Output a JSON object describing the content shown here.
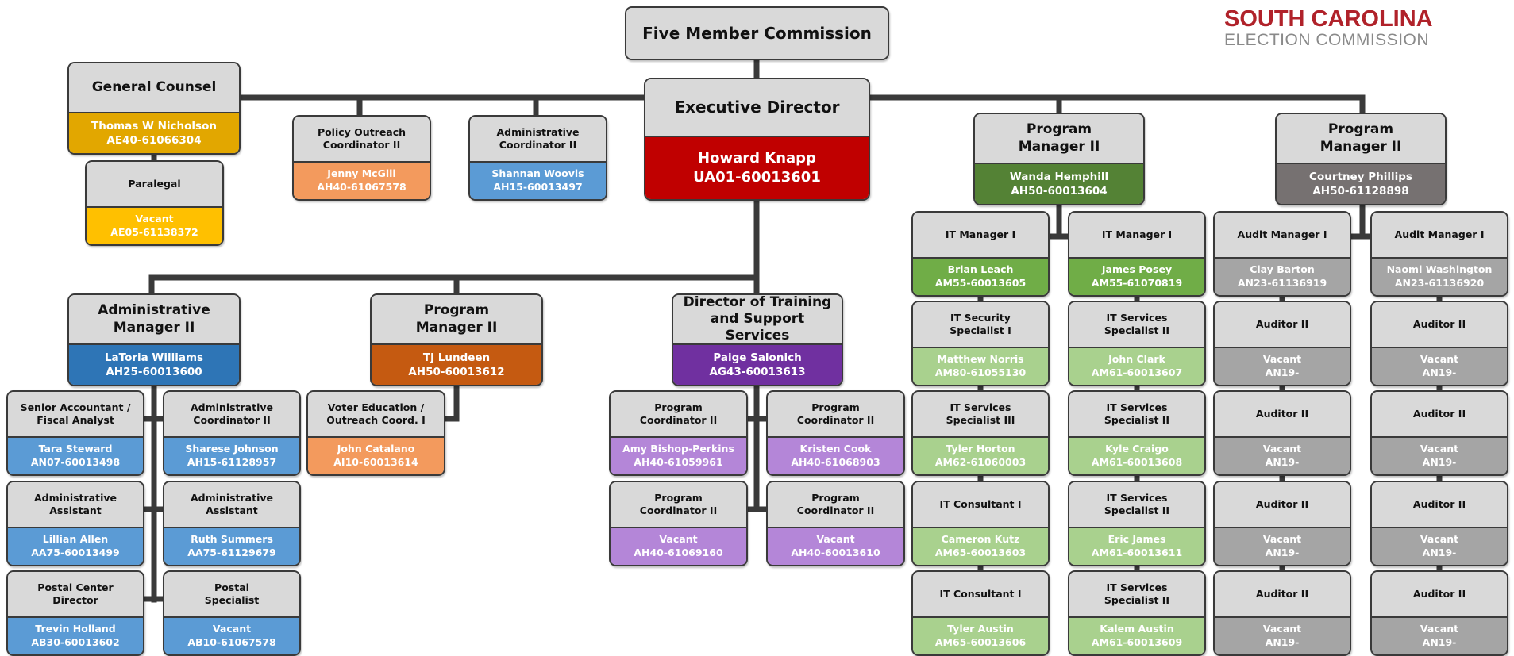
{
  "logo": {
    "line1": "SOUTH CAROLINA",
    "line2": "ELECTION COMMISSION"
  },
  "colors": {
    "connector": "#3a3a3a",
    "title_bg": "#d9d9d9",
    "counsel": "#e2a700",
    "paralegal": "#ffc000",
    "policy": "#f39a5d",
    "admin_coord": "#5b9bd5",
    "exec": "#c00000",
    "it_manager": "#70ad47",
    "program_manager_it": "#548235",
    "program_manager_audit": "#767171",
    "audit": "#a5a5a5",
    "it_staff": "#a9d18e",
    "admin_manager": "#2e75b6",
    "program_manager_voter": "#c55a11",
    "training_director": "#7030a0",
    "program_coordinator": "#b486d8",
    "admin_staff": "#5b9bd5"
  },
  "nodes": {
    "commission": {
      "title": "Five Member Commission"
    },
    "exec": {
      "title": "Executive Director",
      "name": "Howard Knapp",
      "code": "UA01-60013601"
    },
    "counsel": {
      "title": "General Counsel",
      "name": "Thomas W Nicholson",
      "code": "AE40-61066304"
    },
    "paralegal": {
      "title": "Paralegal",
      "name": "Vacant",
      "code": "AE05-61138372"
    },
    "policy": {
      "title": "Policy Outreach\nCoordinator II",
      "name": "Jenny McGill",
      "code": "AH40-61067578"
    },
    "admin_coord_top": {
      "title": "Administrative\nCoordinator II",
      "name": "Shannan Woovis",
      "code": "AH15-60013497"
    },
    "pm_it": {
      "title": "Program\nManager II",
      "name": "Wanda Hemphill",
      "code": "AH50-60013604"
    },
    "pm_audit": {
      "title": "Program\nManager II",
      "name": "Courtney Phillips",
      "code": "AH50-61128898"
    },
    "it_mgr_1": {
      "title": "IT Manager I",
      "name": "Brian Leach",
      "code": "AM55-60013605"
    },
    "it_mgr_2": {
      "title": "IT Manager I",
      "name": "James Posey",
      "code": "AM55-61070819"
    },
    "audit_mgr_1": {
      "title": "Audit Manager I",
      "name": "Clay Barton",
      "code": "AN23-61136919"
    },
    "audit_mgr_2": {
      "title": "Audit Manager I",
      "name": "Naomi Washington",
      "code": "AN23-61136920"
    },
    "it1_a": {
      "title": "IT Security\nSpecialist I",
      "name": "Matthew Norris",
      "code": "AM80-61055130"
    },
    "it1_b": {
      "title": "IT Services\nSpecialist III",
      "name": "Tyler Horton",
      "code": "AM62-61060003"
    },
    "it1_c": {
      "title": "IT Consultant I",
      "name": "Cameron Kutz",
      "code": "AM65-60013603"
    },
    "it1_d": {
      "title": "IT Consultant I",
      "name": "Tyler Austin",
      "code": "AM65-60013606"
    },
    "it2_a": {
      "title": "IT Services\nSpecialist II",
      "name": "John Clark",
      "code": "AM61-60013607"
    },
    "it2_b": {
      "title": "IT Services\nSpecialist II",
      "name": "Kyle Craigo",
      "code": "AM61-60013608"
    },
    "it2_c": {
      "title": "IT Services\nSpecialist II",
      "name": "Eric James",
      "code": "AM61-60013611"
    },
    "it2_d": {
      "title": "IT Services\nSpecialist II",
      "name": "Kalem Austin",
      "code": "AM61-60013609"
    },
    "aud1_a": {
      "title": "Auditor II",
      "name": "Vacant",
      "code": "AN19-"
    },
    "aud1_b": {
      "title": "Auditor II",
      "name": "Vacant",
      "code": "AN19-"
    },
    "aud1_c": {
      "title": "Auditor II",
      "name": "Vacant",
      "code": "AN19-"
    },
    "aud1_d": {
      "title": "Auditor II",
      "name": "Vacant",
      "code": "AN19-"
    },
    "aud2_a": {
      "title": "Auditor II",
      "name": "Vacant",
      "code": "AN19-"
    },
    "aud2_b": {
      "title": "Auditor II",
      "name": "Vacant",
      "code": "AN19-"
    },
    "aud2_c": {
      "title": "Auditor II",
      "name": "Vacant",
      "code": "AN19-"
    },
    "aud2_d": {
      "title": "Auditor II",
      "name": "Vacant",
      "code": "AN19-"
    },
    "admin_mgr": {
      "title": "Administrative\nManager II",
      "name": "LaToria Williams",
      "code": "AH25-60013600"
    },
    "pm_voter": {
      "title": "Program\nManager II",
      "name": "TJ Lundeen",
      "code": "AH50-60013612"
    },
    "training_dir": {
      "title": "Director of Training\nand Support Services",
      "name": "Paige Salonich",
      "code": "AG43-60013613"
    },
    "senior_acct": {
      "title": "Senior Accountant /\nFiscal Analyst",
      "name": "Tara Steward",
      "code": "AN07-60013498"
    },
    "admin_coord_2": {
      "title": "Administrative\nCoordinator II",
      "name": "Sharese Johnson",
      "code": "AH15-61128957"
    },
    "admin_asst_1": {
      "title": "Administrative\nAssistant",
      "name": "Lillian Allen",
      "code": "AA75-60013499"
    },
    "admin_asst_2": {
      "title": "Administrative\nAssistant",
      "name": "Ruth Summers",
      "code": "AA75-61129679"
    },
    "postal_dir": {
      "title": "Postal Center\nDirector",
      "name": "Trevin Holland",
      "code": "AB30-60013602"
    },
    "postal_spec": {
      "title": "Postal\nSpecialist",
      "name": "Vacant",
      "code": "AB10-61067578"
    },
    "voter_ed": {
      "title": "Voter Education /\nOutreach Coord. I",
      "name": "John Catalano",
      "code": "AI10-60013614"
    },
    "prog_coord_1": {
      "title": "Program\nCoordinator II",
      "name": "Amy Bishop-Perkins",
      "code": "AH40-61059961"
    },
    "prog_coord_2": {
      "title": "Program\nCoordinator II",
      "name": "Kristen Cook",
      "code": "AH40-61068903"
    },
    "prog_coord_3": {
      "title": "Program\nCoordinator II",
      "name": "Vacant",
      "code": "AH40-61069160"
    },
    "prog_coord_4": {
      "title": "Program\nCoordinator II",
      "name": "Vacant",
      "code": "AH40-60013610"
    }
  }
}
